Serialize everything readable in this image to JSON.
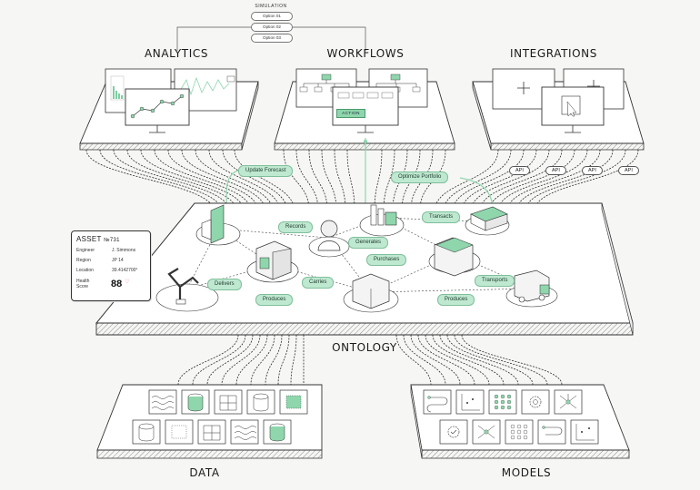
{
  "simulation": {
    "title": "SIMULATION",
    "options": [
      "Option 01",
      "Option 02",
      "Option 03"
    ]
  },
  "headings": {
    "analytics": "ANALYTICS",
    "workflows": "WORKFLOWS",
    "integrations": "INTEGRATIONS",
    "ontology": "ONTOLOGY",
    "data": "DATA",
    "models": "MODELS"
  },
  "workflow_action": "ACTION",
  "api_labels": [
    "API",
    "API",
    "API",
    "API"
  ],
  "top_links": {
    "update_forecast": "Update Forecast",
    "optimize_portfolio": "Optimize Portfolio"
  },
  "relations": [
    "Records",
    "Generates",
    "Transacts",
    "Purchases",
    "Delivers",
    "Carries",
    "Produces",
    "Produces",
    "Transports"
  ],
  "asset_card": {
    "title": "ASSET",
    "id": "№731",
    "rows": [
      {
        "label": "Engineer",
        "value": "J. Simmons"
      },
      {
        "label": "Region",
        "value": "JP 14"
      },
      {
        "label": "Location",
        "value": "39.4142700°"
      }
    ],
    "health_label_1": "Health",
    "health_label_2": "Score",
    "health_score": "88"
  },
  "colors": {
    "accent": "#bfe8d1",
    "accent_dark": "#7fbf9b",
    "ink": "#2a2a2a",
    "hatch": "#9a9a9a",
    "green_block": "#7ccfa0"
  },
  "icons": {
    "data": [
      "waves-icon",
      "database-icon",
      "grid-icon",
      "database-icon",
      "dot-matrix-icon",
      "database-icon",
      "dot-matrix-icon",
      "grid-icon",
      "waves-icon",
      "database-icon"
    ],
    "models": [
      "flow-icon",
      "scatter-icon",
      "node-grid-icon",
      "gear-icon",
      "network-icon",
      "gear-icon",
      "network-icon",
      "node-grid-icon",
      "flow-icon",
      "scatter-icon"
    ]
  }
}
